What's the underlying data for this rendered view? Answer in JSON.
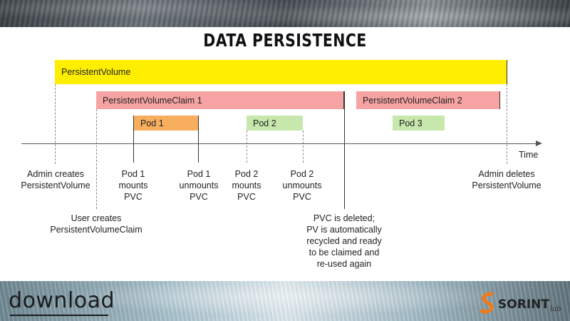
{
  "title": "DATA PERSISTENCE",
  "bars": {
    "persistent_volume": "PersistentVolume",
    "pvc1": "PersistentVolumeClaim 1",
    "pvc2": "PersistentVolumeClaim 2",
    "pod1": "Pod 1",
    "pod2": "Pod 2",
    "pod3": "Pod 3"
  },
  "axis": {
    "label": "Time"
  },
  "events": {
    "admin_creates": "Admin creates\nPersistentVolume",
    "user_creates": "User creates\nPersistentVolumeClaim",
    "pod1_mounts": "Pod 1\nmounts\nPVC",
    "pod1_unmounts": "Pod 1\nunmounts\nPVC",
    "pod2_mounts": "Pod 2\nmounts\nPVC",
    "pod2_unmounts": "Pod 2\nunmounts\nPVC",
    "pvc_deleted": "PVC is deleted;\nPV is automatically\nrecycled and ready\nto be claimed and\nre-used again",
    "admin_deletes": "Admin deletes\nPersistentVolume"
  },
  "footer": {
    "left_logo": "download",
    "right_logo": "SORINT",
    "right_logo_sub": "lab"
  },
  "colors": {
    "persistent_volume": "#ffee00",
    "pvc": "#f7a3a3",
    "pod_active": "#f7ae5e",
    "pod_other": "#c6e8ad",
    "sorint_accent": "#f07a1a"
  },
  "icons": [
    "sorint-logo-icon"
  ]
}
